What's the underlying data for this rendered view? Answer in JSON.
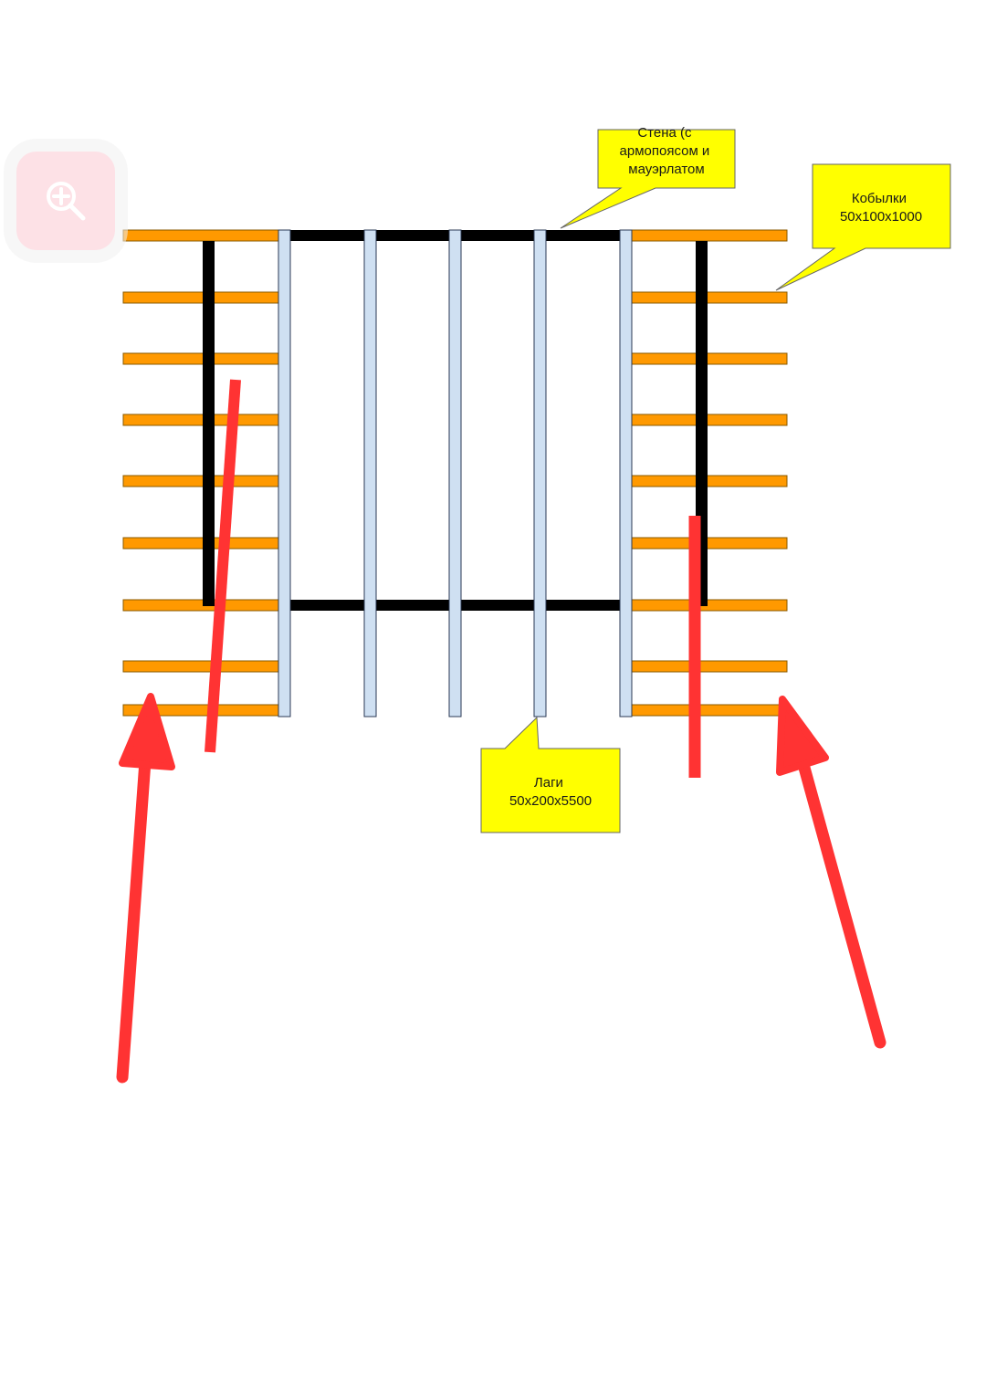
{
  "colors": {
    "wall": "#000000",
    "kobylki": "#ff9900",
    "lagi": "#cfe0f2",
    "callout_fill": "#ffff00",
    "arrow": "#ff3333",
    "zoom_button": "#fde1e6",
    "zoom_icon": "#ffffff"
  },
  "callouts": {
    "wall": {
      "lines": [
        "Стена (с",
        "армопоясом и",
        "мауэрлатом"
      ]
    },
    "kobylki": {
      "lines": [
        "Кобылки",
        "50х100х1000"
      ]
    },
    "lagi": {
      "lines": [
        "Лаги",
        "50х200х5500"
      ]
    }
  },
  "zoom_button": {
    "icon": "zoom-in-icon"
  }
}
